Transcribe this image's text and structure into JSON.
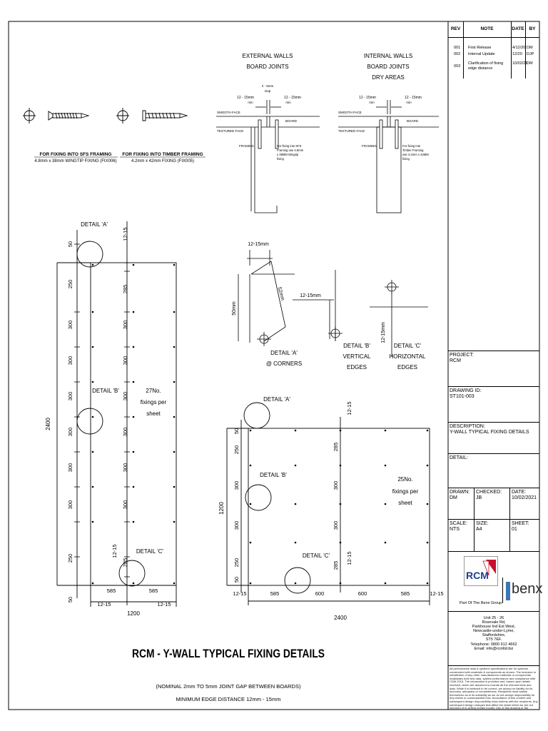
{
  "title": "RCM - Y-WALL TYPICAL FIXING DETAILS",
  "notes": [
    "(NOMINAL 2mm TO 5mm JOINT GAP BETWEEN BOARDS)",
    "MINIMUM EDGE DISTANCE 12mm - 15mm"
  ],
  "fixings": {
    "sfs": {
      "line1": "FOR FIXING INTO SFS FRAMING",
      "line2": "4.8mm x 38mm WINGTIP FIXING (FIX006)"
    },
    "timber": {
      "line1": "FOR FIXING INTO TIMBER FRAMING",
      "line2": "4.2mm x 42mm FIXING (FIX005)"
    }
  },
  "external": {
    "title1": "EXTERNAL WALLS",
    "title2": "BOARD JOINTS",
    "gap": "2 - 5mm",
    "gap2": "Gap",
    "left_dim": "12 - 15mm",
    "left_min": "min",
    "right_dim": "12 - 15mm",
    "right_min": "min",
    "smooth": "SMOOTH FACE",
    "textured": "TEXTURED FACE",
    "board": "BOARD",
    "framing": "FRAMING",
    "note": [
      "For fixing into SFS",
      "Framing use 4.8mm",
      "x 38MM Wingtip",
      "fixing"
    ]
  },
  "internal": {
    "title1": "INTERNAL WALLS",
    "title2": "BOARD JOINTS",
    "title3": "DRY AREAS",
    "left_dim": "12 - 15mm",
    "left_min": "min",
    "right_dim": "12 - 15mm",
    "right_min": "min",
    "smooth": "SMOOTH FACE",
    "textured": "TEXTURED FACE",
    "board": "BOARD",
    "framing": "FRAMING",
    "note": [
      "For fixing into",
      "Timber Framing",
      "use 4.2mm x 42MM",
      "fixing"
    ]
  },
  "sheet1": {
    "detail_a": "DETAIL 'A'",
    "detail_b": "DETAIL 'B'",
    "detail_c": "DETAIL 'C'",
    "fixings": [
      "27No.",
      "fixings per",
      "sheet"
    ],
    "height": "2400",
    "width": "1200",
    "left_dims": [
      "50",
      "250",
      "300",
      "300",
      "300",
      "300",
      "300",
      "300",
      "250",
      "50"
    ],
    "right_dims": [
      "12-15",
      "285",
      "300",
      "300",
      "300",
      "300",
      "300",
      "300",
      "285",
      "12-15"
    ],
    "bottom_dims": [
      "585",
      "585"
    ],
    "edge_left": "12-15",
    "edge_right": "12-15"
  },
  "details": {
    "a_dim1": "12-15mm",
    "a_dim2": "50mm",
    "a_dim3": "52mm",
    "a_label1": "DETAIL 'A'",
    "a_label2": "@ CORNERS",
    "b_dim": "12-15mm",
    "b_label1": "DETAIL 'B'",
    "b_label2": "VERTICAL",
    "b_label3": "EDGES",
    "c_dim": "12-15mm",
    "c_label1": "DETAIL 'C'",
    "c_label2": "HORIZONTAL",
    "c_label3": "EDGES"
  },
  "sheet2": {
    "detail_a": "DETAIL 'A'",
    "detail_b": "DETAIL 'B'",
    "detail_c": "DETAIL 'C'",
    "fixings": [
      "25No.",
      "fixings per",
      "sheet"
    ],
    "height": "1200",
    "width": "2400",
    "left_dims": [
      "50",
      "250",
      "300",
      "300",
      "250",
      "50"
    ],
    "right_dims": [
      "12-15",
      "285",
      "300",
      "300",
      "285",
      "12-15"
    ],
    "bottom_dims": [
      "12-15",
      "585",
      "600",
      "600",
      "585",
      "12-15"
    ]
  },
  "title_block": {
    "rev_headers": [
      "REV",
      "NOTE",
      "DATE",
      "BY"
    ],
    "revisions": [
      {
        "rev": "001",
        "note": "First Release",
        "date": "4/12/20",
        "by": "DM"
      },
      {
        "rev": "002",
        "note": "Internal Update",
        "date": "12/20",
        "by": "DJP"
      },
      {
        "rev": "003",
        "note": "Clarification of fixing edge distance",
        "date": "10/02/21",
        "by": "DM"
      }
    ],
    "project_label": "PROJECT:",
    "project": "RCM",
    "drawing_label": "DRAWING ID:",
    "drawing": "ST101-003",
    "description_label": "DESCRIPTION:",
    "description": "Y-WALL TYPICAL FIXING DETAILS",
    "detail_label": "DETAIL:",
    "drawn_label": "DRAWN:",
    "drawn": "DM",
    "checked_label": "CHECKED:",
    "checked": "JB",
    "date_label": "DATE:",
    "date": "10/02/2021",
    "scale_label": "SCALE:",
    "scale": "NTS",
    "size_label": "SIZE:",
    "size": "A4",
    "sheet_label": "SHEET:",
    "sheet": "01",
    "logo_rcm": "RCM",
    "logo_sub": "Part Of The Benx Group",
    "logo_benx": "benx",
    "address": [
      "Unit 25 - 26",
      "Rosevale Rd,",
      "Parkhouse Ind Est West,",
      "Newcastle-under-Lyme,",
      "Staffordshire,",
      "ST5 7EF.",
      "Telephone: 0800 612 4662",
      "Email: info@rcmltd.biz"
    ],
    "disclaimer": "All performance data & systems specifications are for systems constructed with materials & components as shown. The inclusion or substitution of any other manufacturers materials or components invalidates both test data, system performance and compliance with CDM 2015. The information is provided and, based upon details received, which are assumed to include all the relevant facts and data. While it is believed to be correct, we accept no liability for its accuracy, adequacy or completeness. Recipients must satisfy themselves as to its suitability as we do not accept responsibility for any claims or consequential loss. Acceptance of this content and subsequent design responsibility rests entirely with the recipients. Any subsequent design changes that affect the detail which we are not informed of in writing remain invalid. Use of this drawing or the content may not be copied without the prior approval from The Benx Group Technical Services Department. This statement should be read in conjunction with the standard terms and conditions of Benx Group."
  }
}
